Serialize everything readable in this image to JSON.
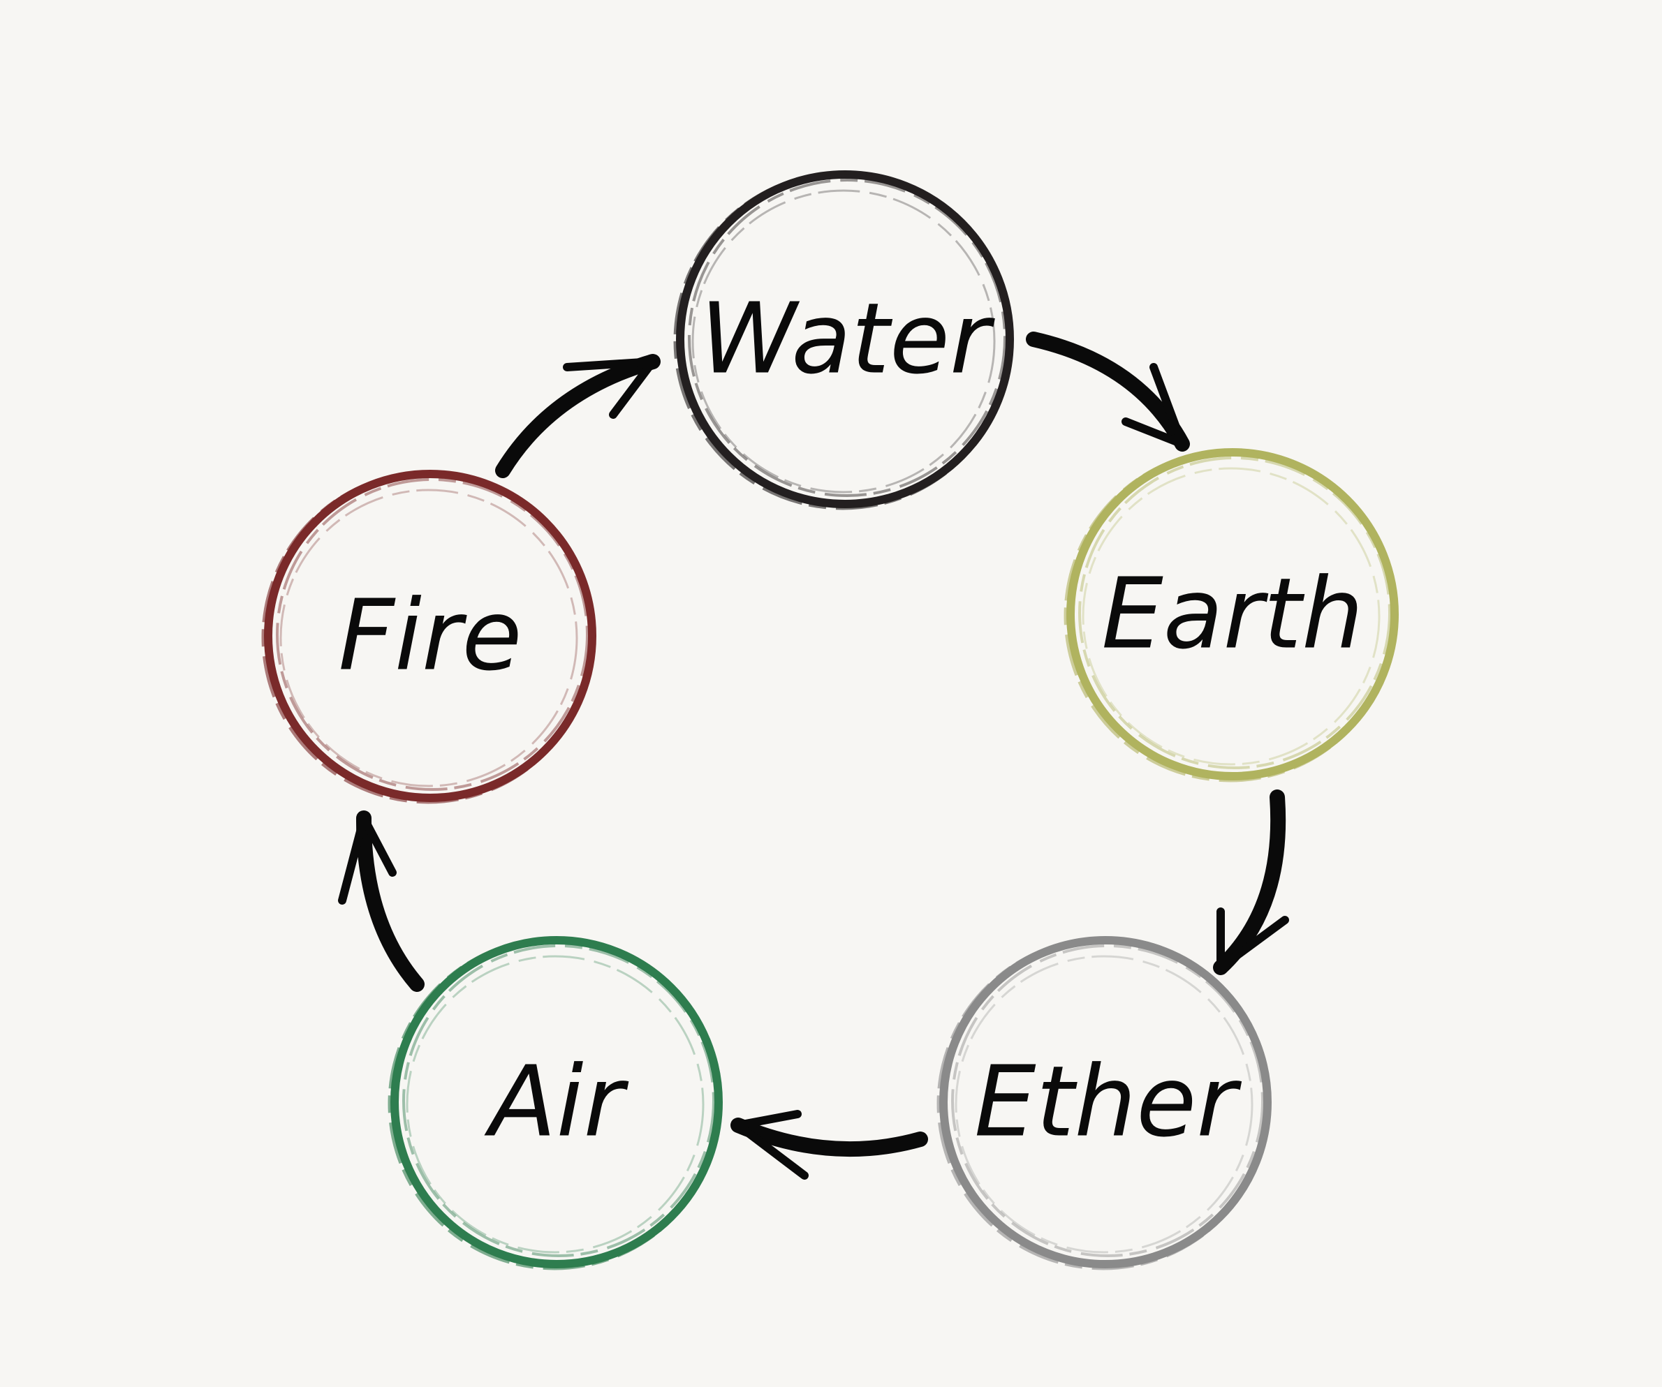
{
  "title": "Elements cycle",
  "nodes": [
    {
      "id": "water",
      "label": "Water",
      "color": "#231f20"
    },
    {
      "id": "earth",
      "label": "Earth",
      "color": "#b0b35f"
    },
    {
      "id": "ether",
      "label": "Ether",
      "color": "#8a8a8a"
    },
    {
      "id": "air",
      "label": "Air",
      "color": "#2e7d4f"
    },
    {
      "id": "fire",
      "label": "Fire",
      "color": "#7a2a2a"
    }
  ],
  "edges": [
    {
      "from": "water",
      "to": "earth"
    },
    {
      "from": "earth",
      "to": "ether"
    },
    {
      "from": "ether",
      "to": "air"
    },
    {
      "from": "air",
      "to": "fire"
    },
    {
      "from": "fire",
      "to": "water"
    }
  ],
  "colors": {
    "background": "#f7f6f3",
    "arrow": "#0a0a0a"
  }
}
